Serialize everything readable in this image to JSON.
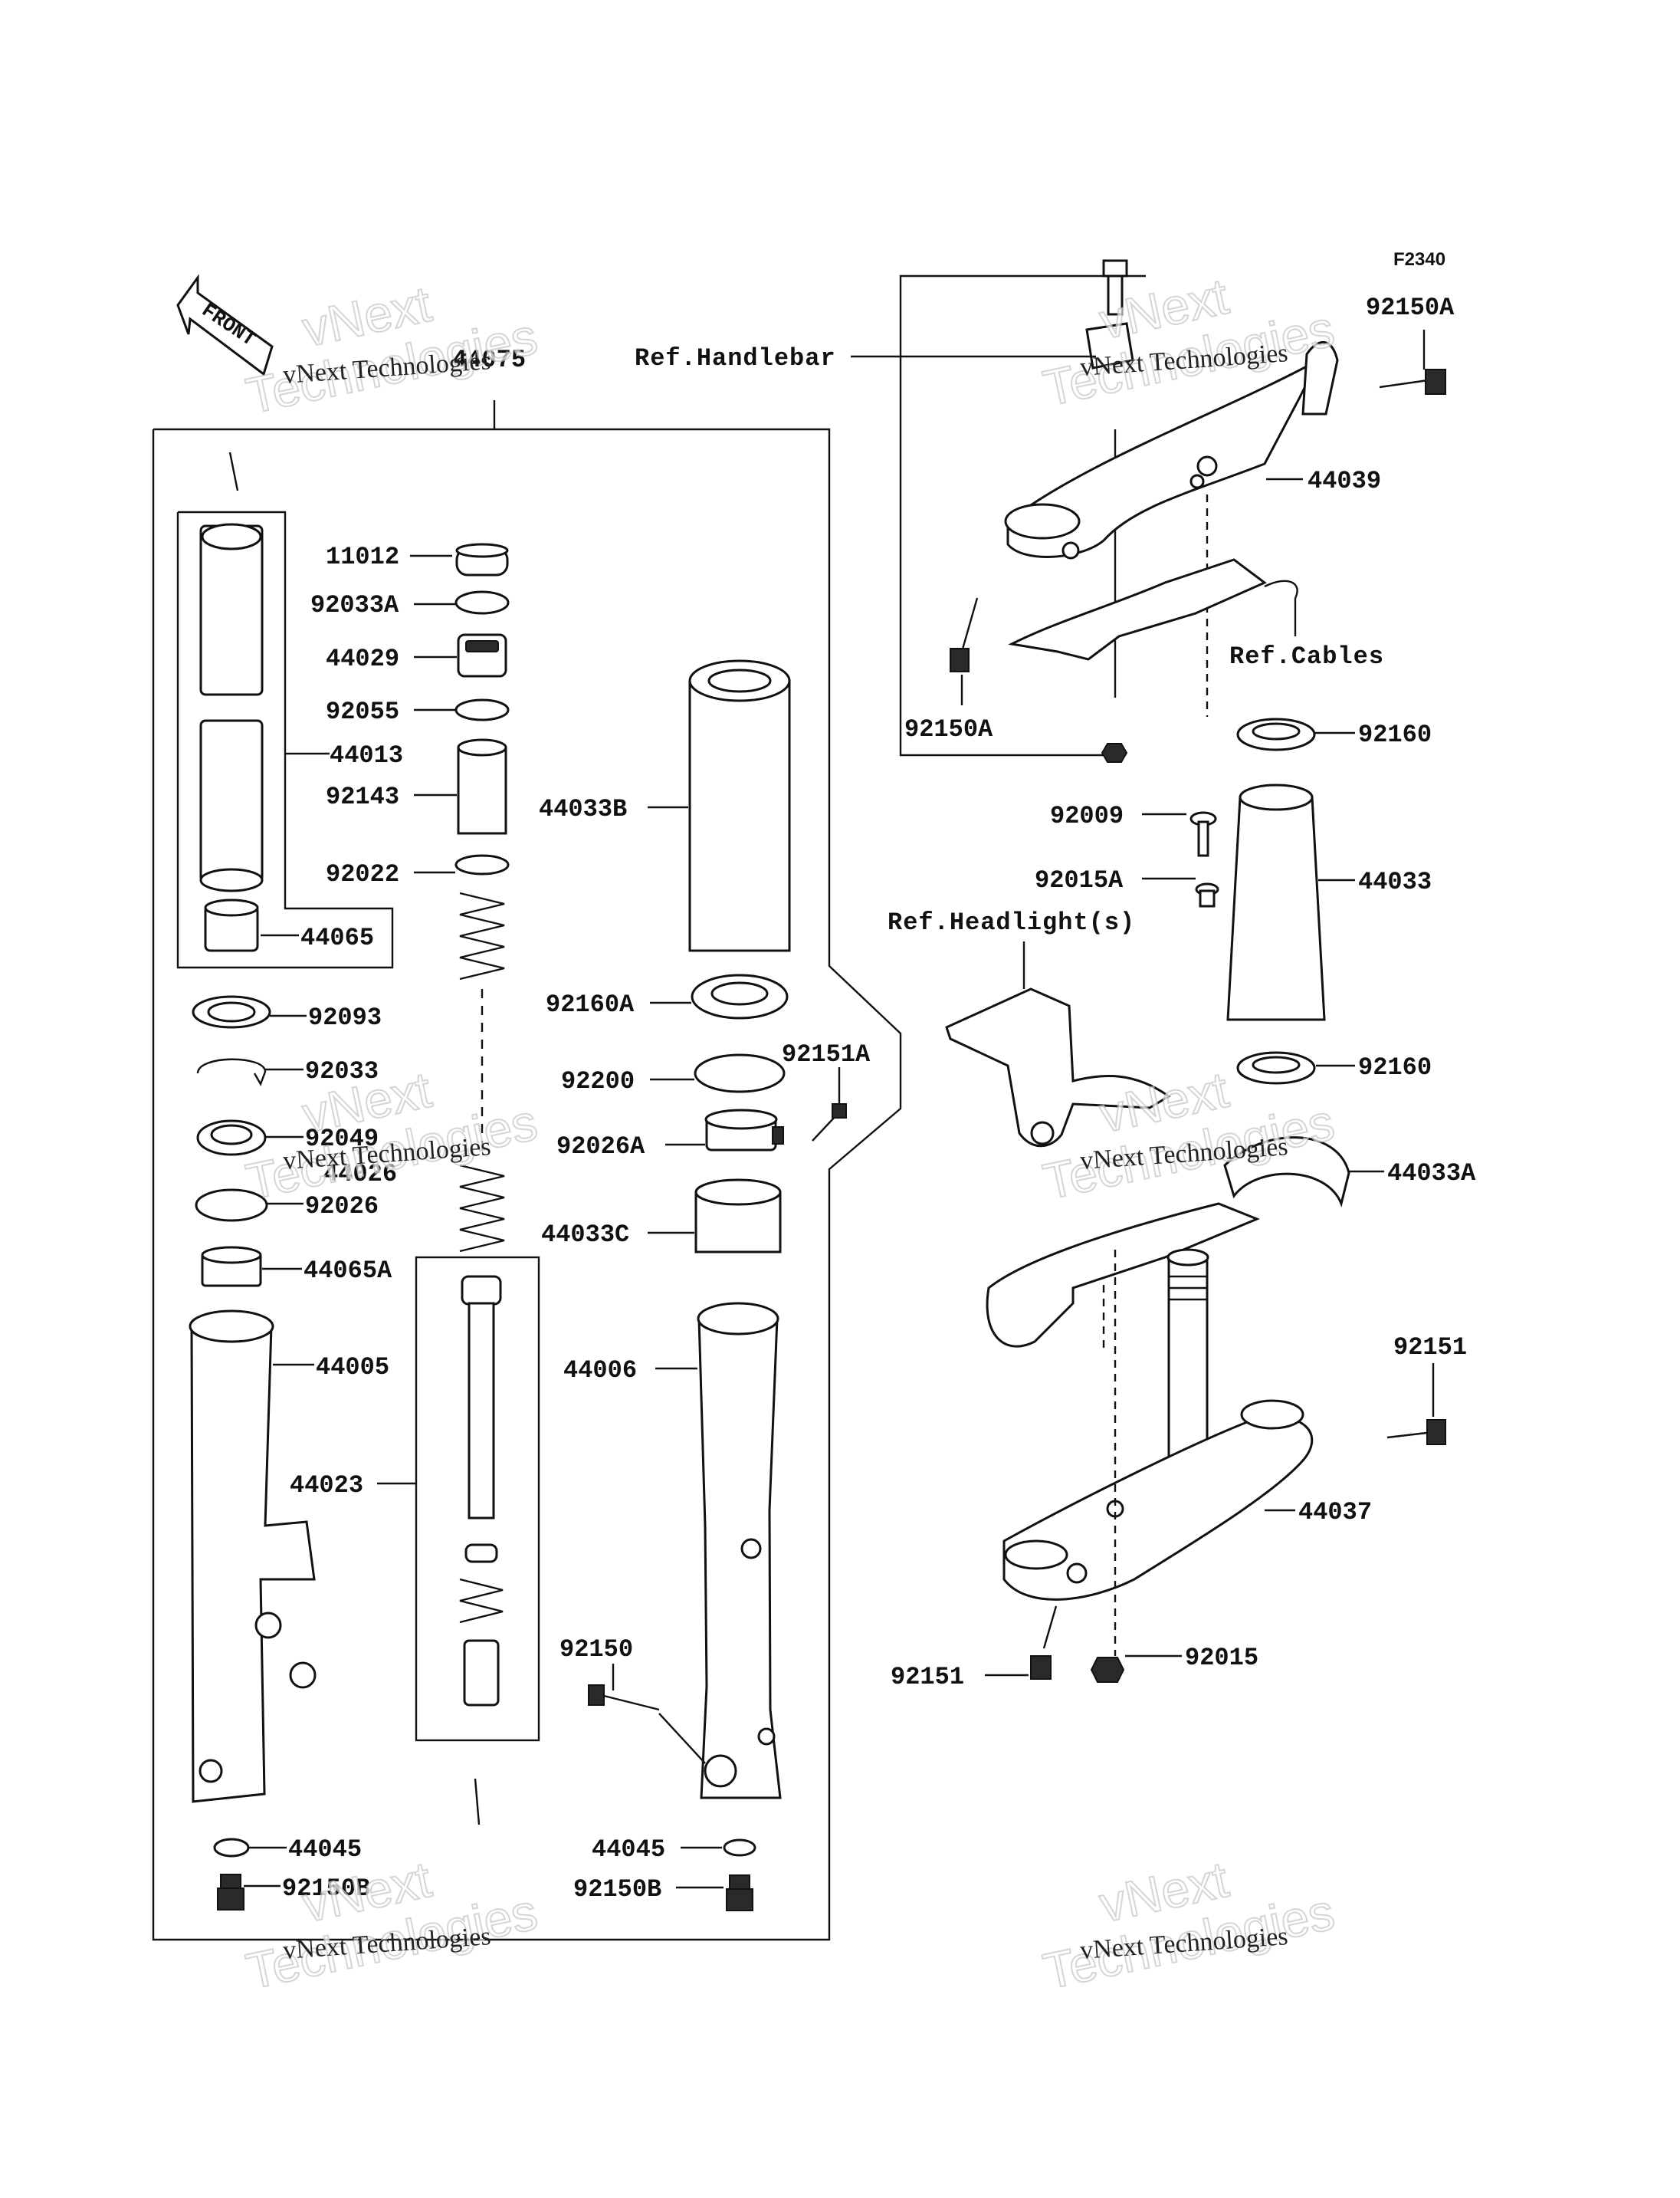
{
  "diagram_code": "F2340",
  "front_arrow": {
    "label": "FRONT"
  },
  "watermark": {
    "brand_line": "vNext Technologies",
    "big_line_1": "vNext",
    "big_line_2": "Technologies"
  },
  "refs": {
    "handlebar": "Ref.Handlebar",
    "cables": "Ref.Cables",
    "headlight": "Ref.Headlight(s)"
  },
  "parts": {
    "p44075": "44075",
    "p11012": "11012",
    "p92033A": "92033A",
    "p44029": "44029",
    "p92055": "92055",
    "p44013": "44013",
    "p92143": "92143",
    "p92022": "92022",
    "p44065": "44065",
    "p92093": "92093",
    "p92033": "92033",
    "p92049": "92049",
    "p44026": "44026",
    "p92026": "92026",
    "p44065A": "44065A",
    "p44005": "44005",
    "p44023": "44023",
    "p44045_l": "44045",
    "p92150B_l": "92150B",
    "p44033B": "44033B",
    "p92160A": "92160A",
    "p92151A": "92151A",
    "p92200": "92200",
    "p92026A": "92026A",
    "p44033C": "44033C",
    "p44006": "44006",
    "p92150": "92150",
    "p44045_r": "44045",
    "p92150B_r": "92150B",
    "p92150A_top": "92150A",
    "p44039": "44039",
    "p92150A_bot": "92150A",
    "p92160_top": "92160",
    "p92009": "92009",
    "p92015A": "92015A",
    "p44033": "44033",
    "p92160_bot": "92160",
    "p44033A": "44033A",
    "p92151_right": "92151",
    "p44037": "44037",
    "p92151_bot": "92151",
    "p92015": "92015"
  }
}
